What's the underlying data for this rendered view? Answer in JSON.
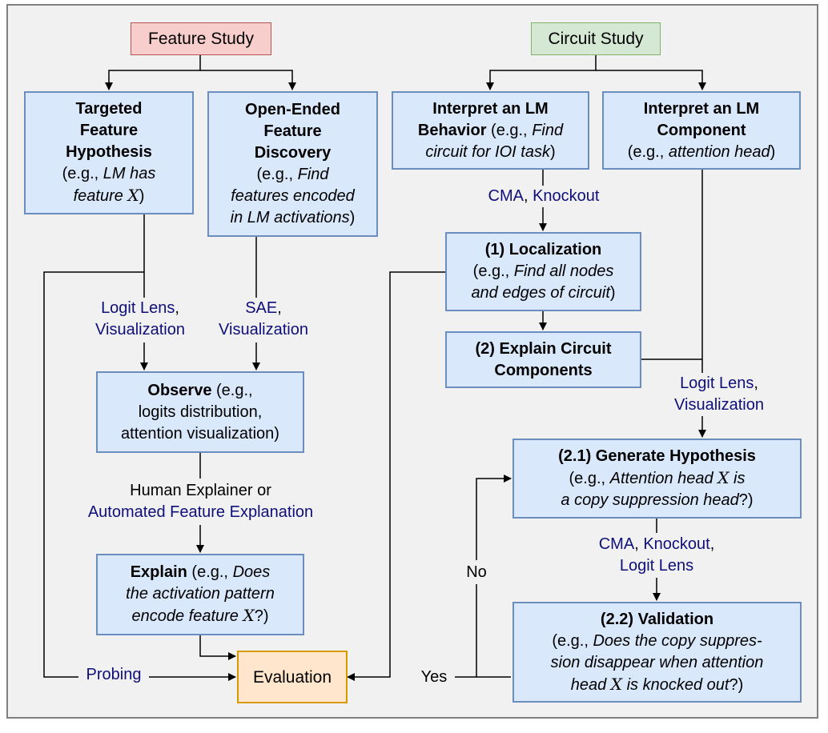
{
  "colors": {
    "background": "#f1f1f1",
    "node_fill": "#dae8fc",
    "node_border": "#6c8ebf",
    "feature_study_fill": "#f8cecc",
    "circuit_study_fill": "#d5e8d4",
    "evaluation_fill": "#ffe6cc",
    "method_text": "#0f0f7a"
  },
  "headers": {
    "feature_study": "Feature Study",
    "circuit_study": "Circuit Study"
  },
  "nodes": {
    "targeted": {
      "title_lines": [
        "Targeted",
        "Feature",
        "Hypothesis"
      ],
      "eg_prefix": "(e.g., ",
      "eg_italic": "LM has",
      "eg_line2_italic": "feature ",
      "eg_var": "X",
      "eg_suffix": ")"
    },
    "open_ended": {
      "title_lines": [
        "Open-Ended",
        "Feature",
        "Discovery"
      ],
      "eg_prefix": "(e.g., ",
      "eg_italic1": "Find",
      "eg_italic2": "features encoded",
      "eg_italic3": "in LM activations",
      "eg_suffix": ")"
    },
    "behavior": {
      "title_line1": "Interpret an LM",
      "title_line2": "Behavior",
      "eg_prefix": " (e.g., ",
      "eg_italic1": "Find",
      "eg_italic2": "circuit for IOI task",
      "eg_suffix": ")"
    },
    "component": {
      "title_line1": "Interpret an LM",
      "title_line2": "Component",
      "eg_prefix": "(e.g., ",
      "eg_italic": "attention head",
      "eg_suffix": ")"
    },
    "localization": {
      "title": "(1) Localization",
      "eg_prefix": "(e.g., ",
      "eg_italic1": "Find all nodes",
      "eg_italic2": "and edges of circuit",
      "eg_suffix": ")"
    },
    "explain_components": {
      "title_line1": "(2) Explain Circuit",
      "title_line2": "Components"
    },
    "observe": {
      "title": "Observe",
      "eg_line1_suffix": " (e.g.,",
      "eg_line2": "logits distribution,",
      "eg_line3": "attention visualization)"
    },
    "generate": {
      "title": "(2.1) Generate Hypothesis",
      "eg_prefix": "(e.g., ",
      "eg_italic1": "Attention head ",
      "eg_var": "X",
      "eg_italic1b": " is",
      "eg_italic2": "a copy suppression head",
      "eg_suffix": "?)"
    },
    "explain": {
      "title": "Explain",
      "eg_prefix": " (e.g., ",
      "eg_italic1": "Does",
      "eg_italic2": "the activation pattern",
      "eg_italic3": "encode feature ",
      "eg_var": "X",
      "eg_suffix": "?)"
    },
    "validation": {
      "title": "(2.2) Validation",
      "eg_prefix": "(e.g., ",
      "eg_italic1": "Does the copy suppres-",
      "eg_italic2": "sion disappear when attention",
      "eg_italic3": "head ",
      "eg_var": "X",
      "eg_italic3b": " is knocked out",
      "eg_suffix": "?)"
    },
    "evaluation": {
      "title": "Evaluation"
    }
  },
  "edge_labels": {
    "cma_knockout_1": {
      "a": "CMA",
      "sep": ", ",
      "b": "Knockout"
    },
    "logit_lens_vis_left": {
      "line1": "Logit Lens",
      "line1_sep": ",",
      "line2": "Visualization"
    },
    "sae_vis": {
      "line1": "SAE",
      "line1_sep": ",",
      "line2": "Visualization"
    },
    "logit_lens_vis_right": {
      "line1": "Logit Lens",
      "line1_sep": ",",
      "line2": "Visualization"
    },
    "human_explainer": {
      "line1": "Human Explainer or",
      "line2": "Automated Feature Explanation"
    },
    "cma_knockout_logit": {
      "a": "CMA",
      "sep": ", ",
      "b": "Knockout",
      "sep2": ",",
      "line2": "Logit Lens"
    },
    "no": "No",
    "yes": "Yes",
    "probing": "Probing"
  }
}
